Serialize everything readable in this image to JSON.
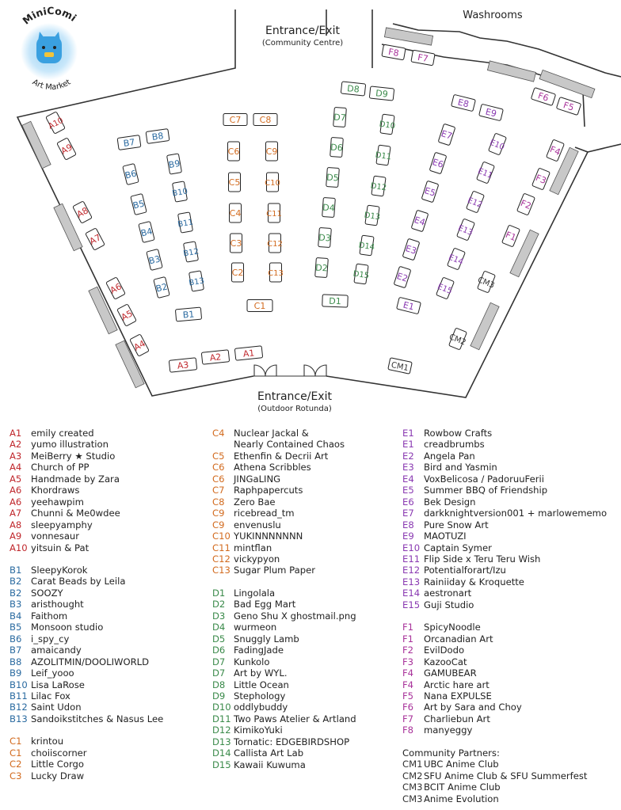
{
  "logo": {
    "top": "MiniComi",
    "bottom": "Art Market"
  },
  "labels": {
    "entrance_top": "Entrance/Exit",
    "entrance_top_sub": "(Community Centre)",
    "entrance_bottom": "Entrance/Exit",
    "entrance_bottom_sub": "(Outdoor Rotunda)",
    "washrooms": "Washrooms",
    "partners_header": "Community Partners:"
  },
  "colors": {
    "A": "#c0282d",
    "B": "#2a6aa0",
    "C": "#d26b1f",
    "D": "#3a8a4a",
    "E": "#8a3ab2",
    "F": "#a8329a",
    "CM": "#333333"
  },
  "legend": {
    "col1": [
      {
        "group": "A",
        "rows": [
          [
            "A1",
            "emily created"
          ],
          [
            "A2",
            "yumo illustration"
          ],
          [
            "A3",
            "MeiBerry ★ Studio"
          ],
          [
            "A4",
            "Church of PP"
          ],
          [
            "A5",
            "Handmade by Zara"
          ],
          [
            "A6",
            "Khordraws"
          ],
          [
            "A6",
            "yeehawpim"
          ],
          [
            "A7",
            "Chunni & Me0wdee"
          ],
          [
            "A8",
            "sleepyamphy"
          ],
          [
            "A9",
            "vonnesaur"
          ],
          [
            "A10",
            "yitsuin & Pat"
          ]
        ]
      },
      {
        "group": "B",
        "rows": [
          [
            "B1",
            "SleepyKorok"
          ],
          [
            "B2",
            "Carat Beads by Leila"
          ],
          [
            "B2",
            "SOOZY"
          ],
          [
            "B3",
            "aristhought"
          ],
          [
            "B4",
            "Faithom"
          ],
          [
            "B5",
            "Monsoon studio"
          ],
          [
            "B6",
            "i_spy_cy"
          ],
          [
            "B7",
            "amaicandy"
          ],
          [
            "B8",
            "AZOLITMIN/DOOLIWORLD"
          ],
          [
            "B9",
            "Leif_yooo"
          ],
          [
            "B10",
            "Lisa LaRose"
          ],
          [
            "B11",
            "Lilac Fox"
          ],
          [
            "B12",
            "Saint Udon"
          ],
          [
            "B13",
            "Sandoikstitches & Nasus Lee"
          ]
        ]
      },
      {
        "group": "C",
        "rows": [
          [
            "C1",
            "krintou"
          ],
          [
            "C1",
            "choiiscorner"
          ],
          [
            "C2",
            "Little Corgo"
          ],
          [
            "C3",
            "Lucky Draw"
          ]
        ]
      }
    ],
    "col2": [
      {
        "group": "C",
        "rows": [
          [
            "C4",
            "Nuclear Jackal &"
          ],
          [
            "",
            "Nearly Contained Chaos"
          ],
          [
            "C5",
            "Ethenfin & Decrii Art"
          ],
          [
            "C6",
            "Athena Scribbles"
          ],
          [
            "C6",
            "JINGaLING"
          ],
          [
            "C7",
            "Raphpapercuts"
          ],
          [
            "C8",
            "Zero Bae"
          ],
          [
            "C9",
            "ricebread_tm"
          ],
          [
            "C9",
            "envenuslu"
          ],
          [
            "C10",
            "YUKINNNNNNN"
          ],
          [
            "C11",
            "mintflan"
          ],
          [
            "C12",
            "vickypyon"
          ],
          [
            "C13",
            "Sugar Plum Paper"
          ]
        ]
      },
      {
        "group": "D",
        "rows": [
          [
            "D1",
            "Lingolala"
          ],
          [
            "D2",
            "Bad Egg Mart"
          ],
          [
            "D3",
            "Geno Shu X ghostmail.png"
          ],
          [
            "D4",
            "wurmeon"
          ],
          [
            "D5",
            "Snuggly Lamb"
          ],
          [
            "D6",
            "FadingJade"
          ],
          [
            "D7",
            "Kunkolo"
          ],
          [
            "D7",
            "Art by WYL."
          ],
          [
            "D8",
            "Little Ocean"
          ],
          [
            "D9",
            "Stephology"
          ],
          [
            "D10",
            "oddlybuddy"
          ],
          [
            "D11",
            "Two Paws Atelier & Artland"
          ],
          [
            "D12",
            "KimikoYuki"
          ],
          [
            "D13",
            "Tornatic: EDGEBIRDSHOP"
          ],
          [
            "D14",
            "Callista Art Lab"
          ],
          [
            "D15",
            "Kawaii Kuwuma"
          ]
        ]
      }
    ],
    "col3": [
      {
        "group": "E",
        "rows": [
          [
            "E1",
            "Rowbow Crafts"
          ],
          [
            "E1",
            "creadbrumbs"
          ],
          [
            "E2",
            "Angela Pan"
          ],
          [
            "E3",
            "Bird and Yasmin"
          ],
          [
            "E4",
            "VoxBelicosa / PadoruuFerii"
          ],
          [
            "E5",
            "Summer BBQ of Friendship"
          ],
          [
            "E6",
            "Bek Design"
          ],
          [
            "E7",
            "darkknightversion001 + marlowememo"
          ],
          [
            "E8",
            "Pure Snow Art"
          ],
          [
            "E9",
            "MAOTUZI"
          ],
          [
            "E10",
            "Captain Symer"
          ],
          [
            "E11",
            "Flip Side x  Teru Teru Wish"
          ],
          [
            "E12",
            "Potentialforart/Izu"
          ],
          [
            "E13",
            "Rainiiday & Kroquette"
          ],
          [
            "E14",
            "aestronart"
          ],
          [
            "E15",
            "Guji Studio"
          ]
        ]
      },
      {
        "group": "F",
        "rows": [
          [
            "F1",
            "SpicyNoodle"
          ],
          [
            "F1",
            "Orcanadian Art"
          ],
          [
            "F2",
            "EvilDodo"
          ],
          [
            "F3",
            "KazooCat"
          ],
          [
            "F4",
            "GAMUBEAR"
          ],
          [
            "F4",
            "Arctic hare art"
          ],
          [
            "F5",
            "Nana EXPULSE"
          ],
          [
            "F6",
            "Art by Sara and Choy"
          ],
          [
            "F7",
            "Charliebun Art"
          ],
          [
            "F8",
            "manyeggy"
          ]
        ]
      }
    ],
    "partners": [
      [
        "CM1",
        "UBC Anime Club"
      ],
      [
        "CM2",
        "SFU Anime Club & SFU Summerfest"
      ],
      [
        "CM3",
        "BCIT Anime Club"
      ],
      [
        "CM3",
        "Anime Evolution"
      ]
    ]
  },
  "tables": [
    {
      "code": "A1",
      "group": "A"
    },
    {
      "code": "A2",
      "group": "A"
    },
    {
      "code": "A3",
      "group": "A"
    },
    {
      "code": "A4",
      "group": "A"
    },
    {
      "code": "A5",
      "group": "A"
    },
    {
      "code": "A6",
      "group": "A"
    },
    {
      "code": "A7",
      "group": "A"
    },
    {
      "code": "A8",
      "group": "A"
    },
    {
      "code": "A9",
      "group": "A"
    },
    {
      "code": "A10",
      "group": "A"
    },
    {
      "code": "B1",
      "group": "B"
    },
    {
      "code": "B2",
      "group": "B"
    },
    {
      "code": "B3",
      "group": "B"
    },
    {
      "code": "B4",
      "group": "B"
    },
    {
      "code": "B5",
      "group": "B"
    },
    {
      "code": "B6",
      "group": "B"
    },
    {
      "code": "B7",
      "group": "B"
    },
    {
      "code": "B8",
      "group": "B"
    },
    {
      "code": "B9",
      "group": "B"
    },
    {
      "code": "B10",
      "group": "B"
    },
    {
      "code": "B11",
      "group": "B"
    },
    {
      "code": "B12",
      "group": "B"
    },
    {
      "code": "B13",
      "group": "B"
    },
    {
      "code": "C1",
      "group": "C"
    },
    {
      "code": "C2",
      "group": "C"
    },
    {
      "code": "C3",
      "group": "C"
    },
    {
      "code": "C4",
      "group": "C"
    },
    {
      "code": "C5",
      "group": "C"
    },
    {
      "code": "C6",
      "group": "C"
    },
    {
      "code": "C7",
      "group": "C"
    },
    {
      "code": "C8",
      "group": "C"
    },
    {
      "code": "C9",
      "group": "C"
    },
    {
      "code": "C10",
      "group": "C"
    },
    {
      "code": "C11",
      "group": "C"
    },
    {
      "code": "C12",
      "group": "C"
    },
    {
      "code": "C13",
      "group": "C"
    },
    {
      "code": "D1",
      "group": "D"
    },
    {
      "code": "D2",
      "group": "D"
    },
    {
      "code": "D3",
      "group": "D"
    },
    {
      "code": "D4",
      "group": "D"
    },
    {
      "code": "D5",
      "group": "D"
    },
    {
      "code": "D6",
      "group": "D"
    },
    {
      "code": "D7",
      "group": "D"
    },
    {
      "code": "D8",
      "group": "D"
    },
    {
      "code": "D9",
      "group": "D"
    },
    {
      "code": "D10",
      "group": "D"
    },
    {
      "code": "D11",
      "group": "D"
    },
    {
      "code": "D12",
      "group": "D"
    },
    {
      "code": "D13",
      "group": "D"
    },
    {
      "code": "D14",
      "group": "D"
    },
    {
      "code": "D15",
      "group": "D"
    },
    {
      "code": "E1",
      "group": "E"
    },
    {
      "code": "E2",
      "group": "E"
    },
    {
      "code": "E3",
      "group": "E"
    },
    {
      "code": "E4",
      "group": "E"
    },
    {
      "code": "E5",
      "group": "E"
    },
    {
      "code": "E6",
      "group": "E"
    },
    {
      "code": "E7",
      "group": "E"
    },
    {
      "code": "E8",
      "group": "E"
    },
    {
      "code": "E9",
      "group": "E"
    },
    {
      "code": "E10",
      "group": "E"
    },
    {
      "code": "E11",
      "group": "E"
    },
    {
      "code": "E12",
      "group": "E"
    },
    {
      "code": "E13",
      "group": "E"
    },
    {
      "code": "E14",
      "group": "E"
    },
    {
      "code": "E15",
      "group": "E"
    },
    {
      "code": "F1",
      "group": "F"
    },
    {
      "code": "F2",
      "group": "F"
    },
    {
      "code": "F3",
      "group": "F"
    },
    {
      "code": "F4",
      "group": "F"
    },
    {
      "code": "F5",
      "group": "F"
    },
    {
      "code": "F6",
      "group": "F"
    },
    {
      "code": "F7",
      "group": "F"
    },
    {
      "code": "F8",
      "group": "F"
    },
    {
      "code": "CM1",
      "group": "CM"
    },
    {
      "code": "CM2",
      "group": "CM"
    },
    {
      "code": "CM3",
      "group": "CM"
    }
  ]
}
